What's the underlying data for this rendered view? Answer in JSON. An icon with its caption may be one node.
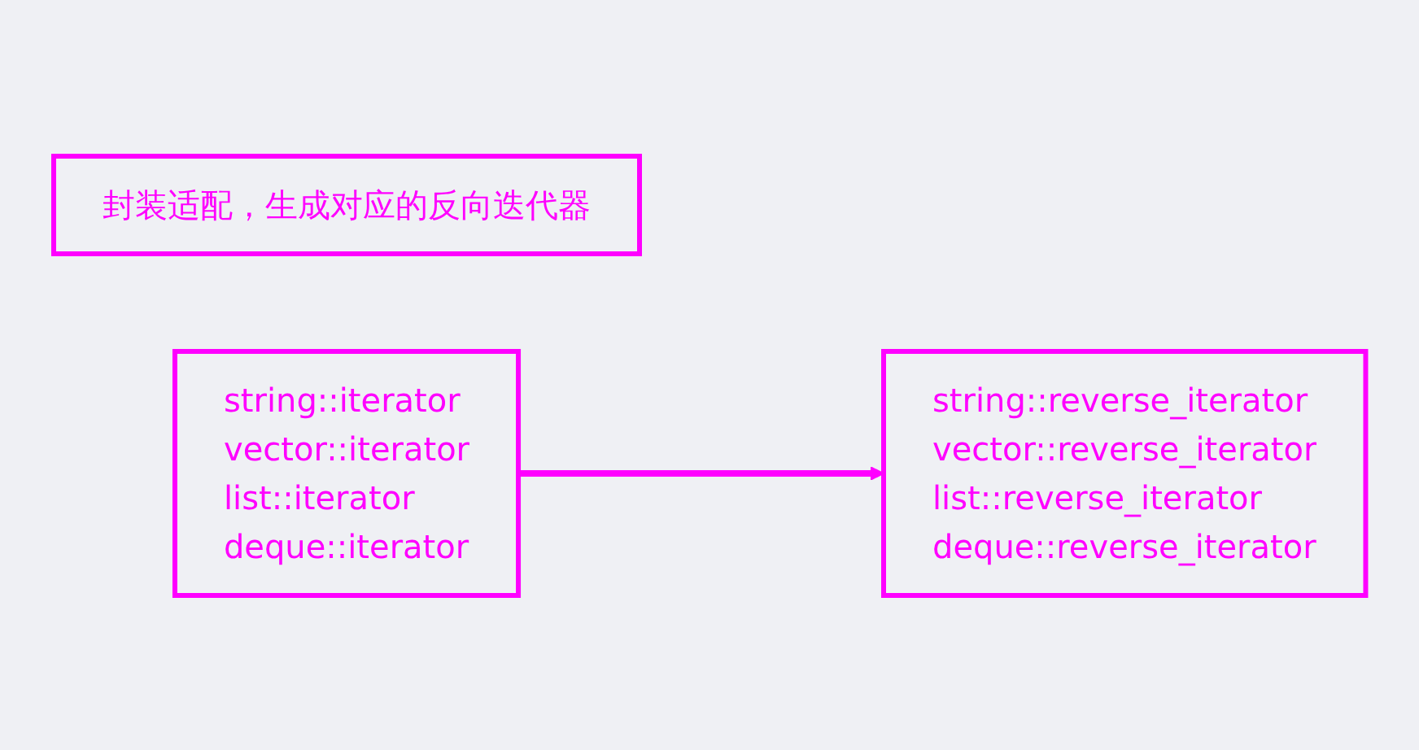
{
  "diagram": {
    "nodes": [
      {
        "text": [
          "封装适配，生成对应的反向迭代器"
        ]
      },
      {
        "text": [
          "string::iterator",
          "vector::iterator",
          "list::iterator",
          "deque::iterator"
        ]
      },
      {
        "text": [
          "string::reverse_iterator",
          "vector::reverse_iterator",
          "list::reverse_iterator",
          "deque::reverse_iterator"
        ]
      }
    ],
    "edges": [
      {
        "from": 1,
        "to": 2,
        "arrow": "to"
      }
    ]
  }
}
